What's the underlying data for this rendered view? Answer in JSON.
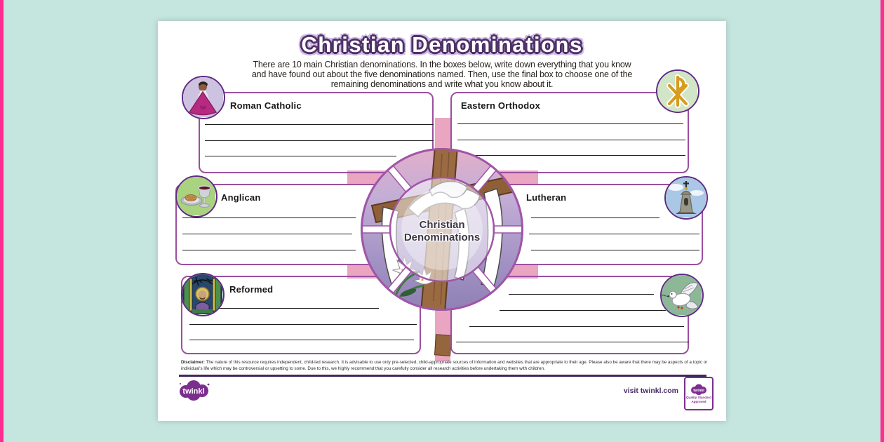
{
  "title": "Christian Denominations",
  "instructions": {
    "line1": "There are 10 main Christian denominations. In the boxes below, write down everything that you know",
    "line2": "and have found out about the five denominations named. Then, use the final box to choose one of the",
    "line3": "remaining denominations and write what you know about it."
  },
  "boxes": [
    {
      "label": "Roman Catholic",
      "icon": "bishop-icon"
    },
    {
      "label": "Eastern Orthodox",
      "icon": "chi-rho-icon"
    },
    {
      "label": "Anglican",
      "icon": "communion-icon"
    },
    {
      "label": "Lutheran",
      "icon": "church-tower-icon"
    },
    {
      "label": "Reformed",
      "icon": "stained-glass-icon"
    },
    {
      "label": "",
      "icon": "dove-icon"
    }
  ],
  "center": {
    "line1": "Christian",
    "line2": "Denominations"
  },
  "footer": {
    "disclaimer_label": "Disclaimer:",
    "disclaimer_text": " The nature of this resource requires independent, child-led research. It is advisable to use only pre-selected, child-appropriate sources of information and websites that are appropriate to their age. Please also be aware that there may be aspects of a topic or individual's life which may be controversial or upsetting to some. Due to this, we highly recommend that you carefully consider all research activities before undertaking them with children.",
    "visit_text": "visit twinkl.com",
    "logo_text": "twinkl",
    "badge_logo_text": "twinkl",
    "badge_line1": "Quality Standard",
    "badge_line2": "Approved"
  },
  "colors": {
    "accent_purple": "#9c4f9f",
    "icon_border_purple": "#5e2b83",
    "pink_band": "#eaa6c0",
    "edge_pink": "#fc2d8f",
    "background_mint": "#c5e5df"
  }
}
